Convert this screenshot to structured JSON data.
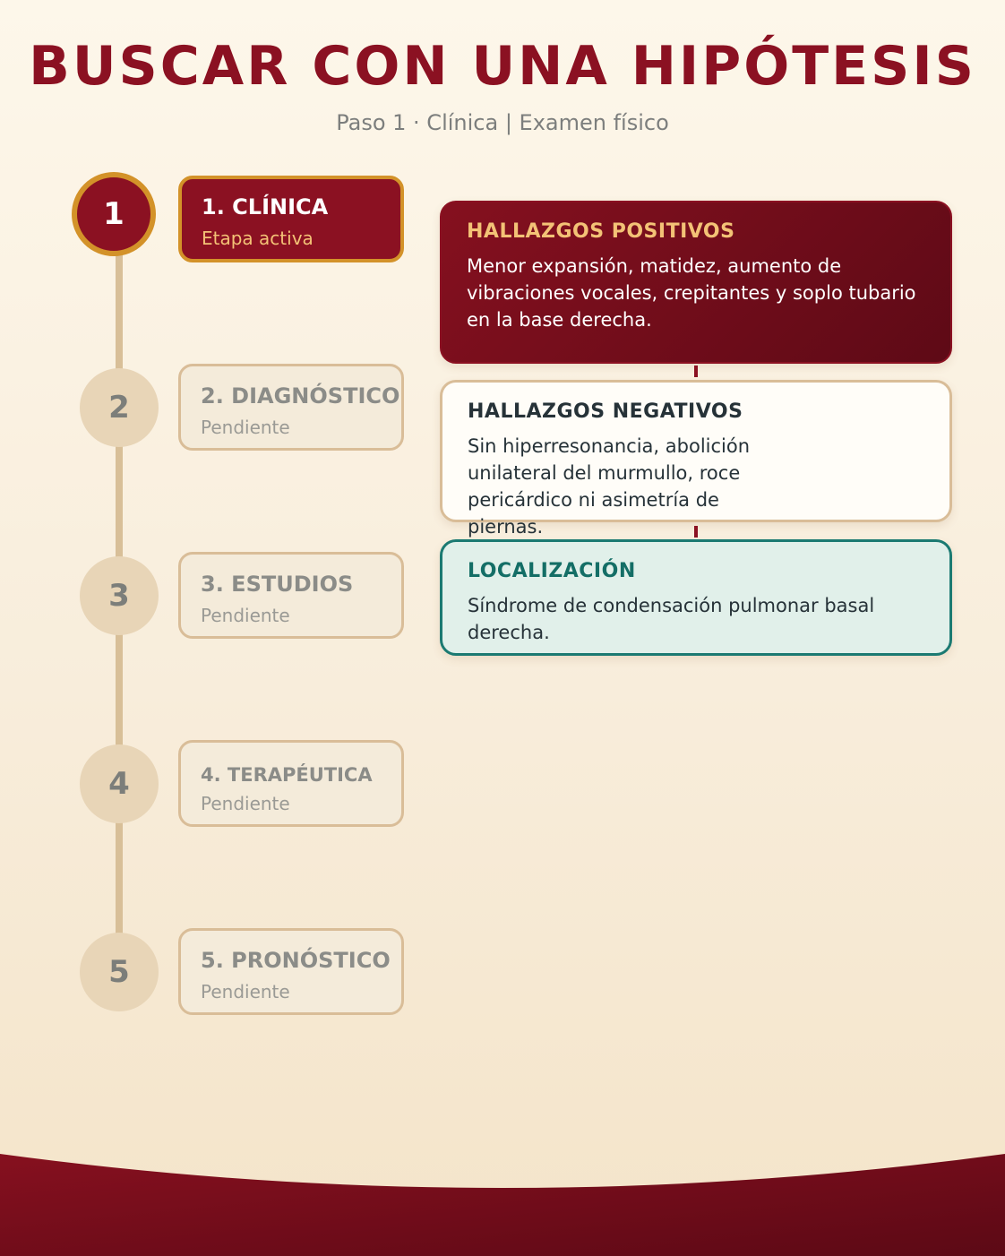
{
  "header": {
    "title": "BUSCAR CON UNA HIPÓTESIS",
    "subtitle": "Paso 1 · Clínica | Examen físico"
  },
  "steps": [
    {
      "number": "1",
      "label": "1. CLÍNICA",
      "status": "Etapa activa",
      "state": "active"
    },
    {
      "number": "2",
      "label": "2. DIAGNÓSTICO",
      "status": "Pendiente",
      "state": "pending"
    },
    {
      "number": "3",
      "label": "3. ESTUDIOS",
      "status": "Pendiente",
      "state": "pending"
    },
    {
      "number": "4",
      "label": "4. TERAPÉUTICA",
      "status": "Pendiente",
      "state": "pending"
    },
    {
      "number": "5",
      "label": "5. PRONÓSTICO",
      "status": "Pendiente",
      "state": "pending"
    }
  ],
  "findings": {
    "positive": {
      "title": "HALLAZGOS POSITIVOS",
      "text": "Menor expansión, matidez, aumento de vibraciones vocales, crepitantes y soplo tubario en la base derecha."
    },
    "negative": {
      "title": "HALLAZGOS NEGATIVOS",
      "text": "Sin hiperresonancia, abolición unilateral del murmullo, roce pericárdico ni asimetría de piernas."
    },
    "location": {
      "title": "LOCALIZACIÓN",
      "text": "Síndrome de condensación pulmonar basal derecha."
    }
  },
  "colors": {
    "primary": "#8b1122",
    "accent_gold": "#d39229",
    "teal": "#1b7a72",
    "pending": "#e8d5b7",
    "background": "#fdf7ea"
  }
}
